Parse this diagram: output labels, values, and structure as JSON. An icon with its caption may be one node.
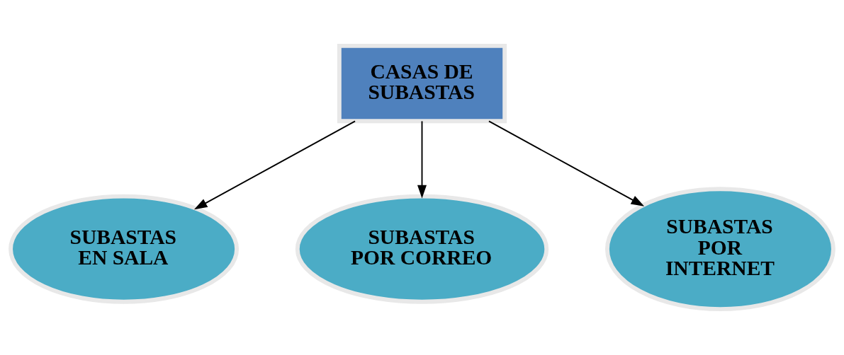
{
  "diagram": {
    "nodes": [
      {
        "text": [
          "CASAS DE SUBASTAS"
        ]
      },
      {
        "text": [
          "SUBASTAS EN SALA"
        ]
      },
      {
        "text": [
          "SUBASTAS POR CORREO"
        ]
      },
      {
        "text": [
          "SUBASTAS POR INTERNET"
        ]
      }
    ],
    "edges": [
      {
        "from": 0,
        "to": 1,
        "arrow": "to"
      },
      {
        "from": 0,
        "to": 2,
        "arrow": "to"
      },
      {
        "from": 0,
        "to": 3,
        "arrow": "to"
      }
    ]
  }
}
